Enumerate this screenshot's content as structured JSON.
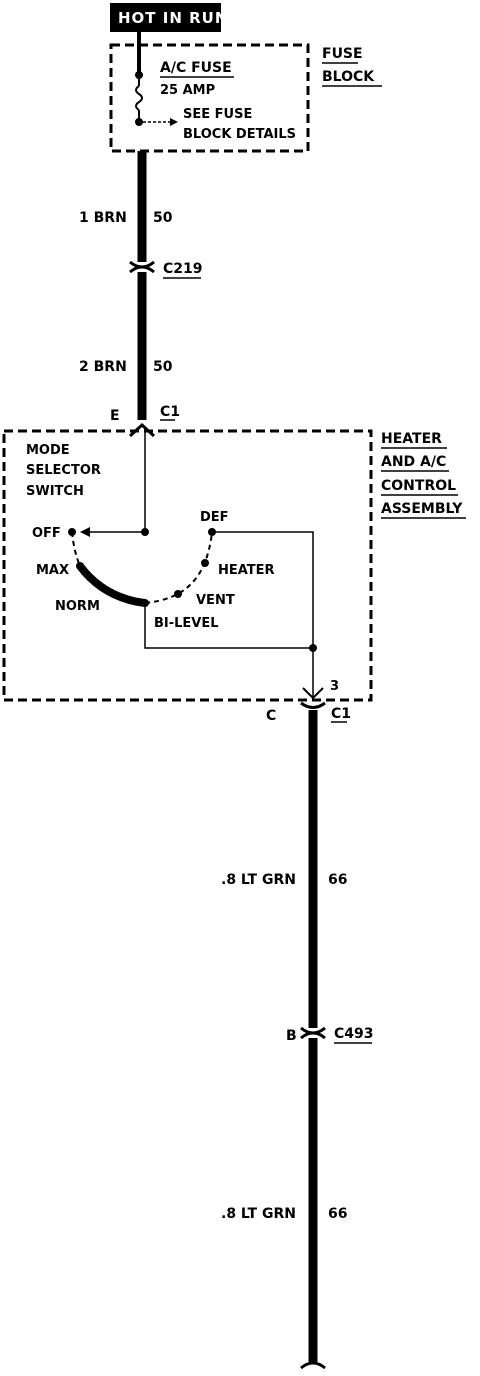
{
  "header": {
    "banner": "HOT IN RUN"
  },
  "fuse_block": {
    "title_line1": "FUSE",
    "title_line2": "BLOCK",
    "fuse_name": "A/C FUSE",
    "fuse_rating": "25 AMP",
    "note_line1": "SEE FUSE",
    "note_line2": "BLOCK DETAILS"
  },
  "wires": {
    "w1_label": "1 BRN",
    "w1_circuit": "50",
    "c219": "C219",
    "w2_label": "2 BRN",
    "w2_circuit": "50",
    "w3_label": ".8 LT GRN",
    "w3_circuit": "66",
    "c493": "C493",
    "c493_pin": "B",
    "w4_label": ".8 LT GRN",
    "w4_circuit": "66"
  },
  "connector_c1": {
    "top_pin": "E",
    "top_name": "C1",
    "bottom_pin": "C",
    "bottom_name": "C1",
    "bottom_terminal": "3"
  },
  "assembly": {
    "title_line1": "HEATER",
    "title_line2": "AND A/C",
    "title_line3": "CONTROL",
    "title_line4": "ASSEMBLY",
    "switch_line1": "MODE",
    "switch_line2": "SELECTOR",
    "switch_line3": "SWITCH"
  },
  "switch_positions": {
    "off": "OFF",
    "max": "MAX",
    "norm": "NORM",
    "bilevel": "BI-LEVEL",
    "vent": "VENT",
    "heater": "HEATER",
    "def": "DEF"
  }
}
